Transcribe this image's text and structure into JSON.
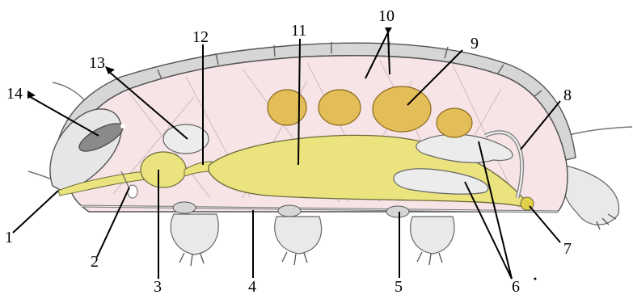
{
  "labels": {
    "l1": "1",
    "l2": "2",
    "l3": "3",
    "l4": "4",
    "l5": "5",
    "l6": "6",
    "l7": "7",
    "l8": "8",
    "l9": "9",
    "l10": "10",
    "l11": "11",
    "l12": "12",
    "l13": "13",
    "l14": "14"
  },
  "colors": {
    "body_fill": "#f6e4e6",
    "cuticle": "#cfcfcf",
    "gut": "#eae37e",
    "eggs": "#e3bd57",
    "outline": "#555555",
    "leader": "#000000"
  }
}
